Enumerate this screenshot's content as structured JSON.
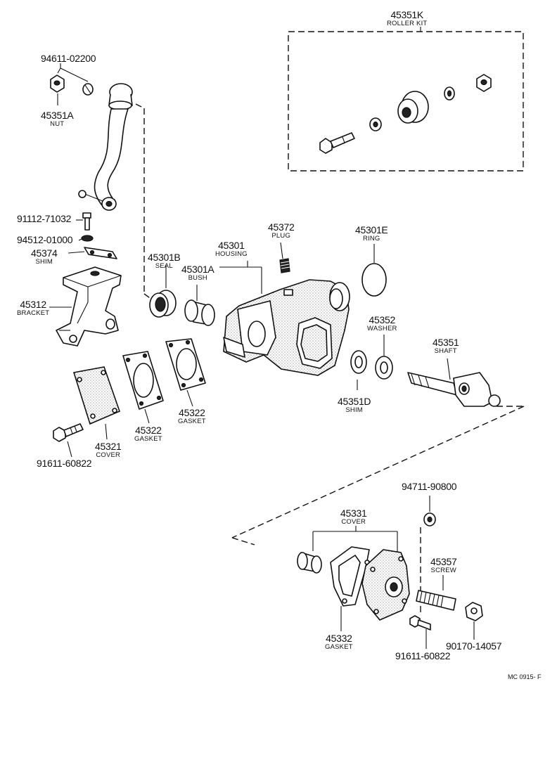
{
  "footer_ref": "MC 0915- F",
  "parts": {
    "roller_kit": {
      "number": "45351K",
      "name": "ROLLER KIT"
    },
    "washer_top": {
      "number": "94611-02200"
    },
    "nut": {
      "number": "45351A",
      "name": "NUT"
    },
    "bolt_91112": {
      "number": "91112-71032"
    },
    "washer_94512": {
      "number": "94512-01000"
    },
    "shim_45374": {
      "number": "45374",
      "name": "SHIM"
    },
    "bracket": {
      "number": "45312",
      "name": "BRACKET"
    },
    "seal": {
      "number": "45301B",
      "name": "SEAL"
    },
    "housing": {
      "number": "45301",
      "name": "HOUSING"
    },
    "bush": {
      "number": "45301A",
      "name": "BUSH"
    },
    "plug": {
      "number": "45372",
      "name": "PLUG"
    },
    "ring": {
      "number": "45301E",
      "name": "RING"
    },
    "washer_45352": {
      "number": "45352",
      "name": "WASHER"
    },
    "shaft": {
      "number": "45351",
      "name": "SHAFT"
    },
    "shim_45351d": {
      "number": "45351D",
      "name": "SHIM"
    },
    "gasket_left": {
      "number": "45322",
      "name": "GASKET"
    },
    "gasket_right": {
      "number": "45322",
      "name": "GASKET"
    },
    "cover_45321": {
      "number": "45321",
      "name": "COVER"
    },
    "bolt_left": {
      "number": "91611-60822"
    },
    "washer_94711": {
      "number": "94711-90800"
    },
    "cover_45331": {
      "number": "45331",
      "name": "COVER"
    },
    "screw": {
      "number": "45357",
      "name": "SCREW"
    },
    "gasket_45332": {
      "number": "45332",
      "name": "GASKET"
    },
    "bolt_bottom": {
      "number": "91611-60822"
    },
    "nut_90170": {
      "number": "90170-14057"
    }
  }
}
